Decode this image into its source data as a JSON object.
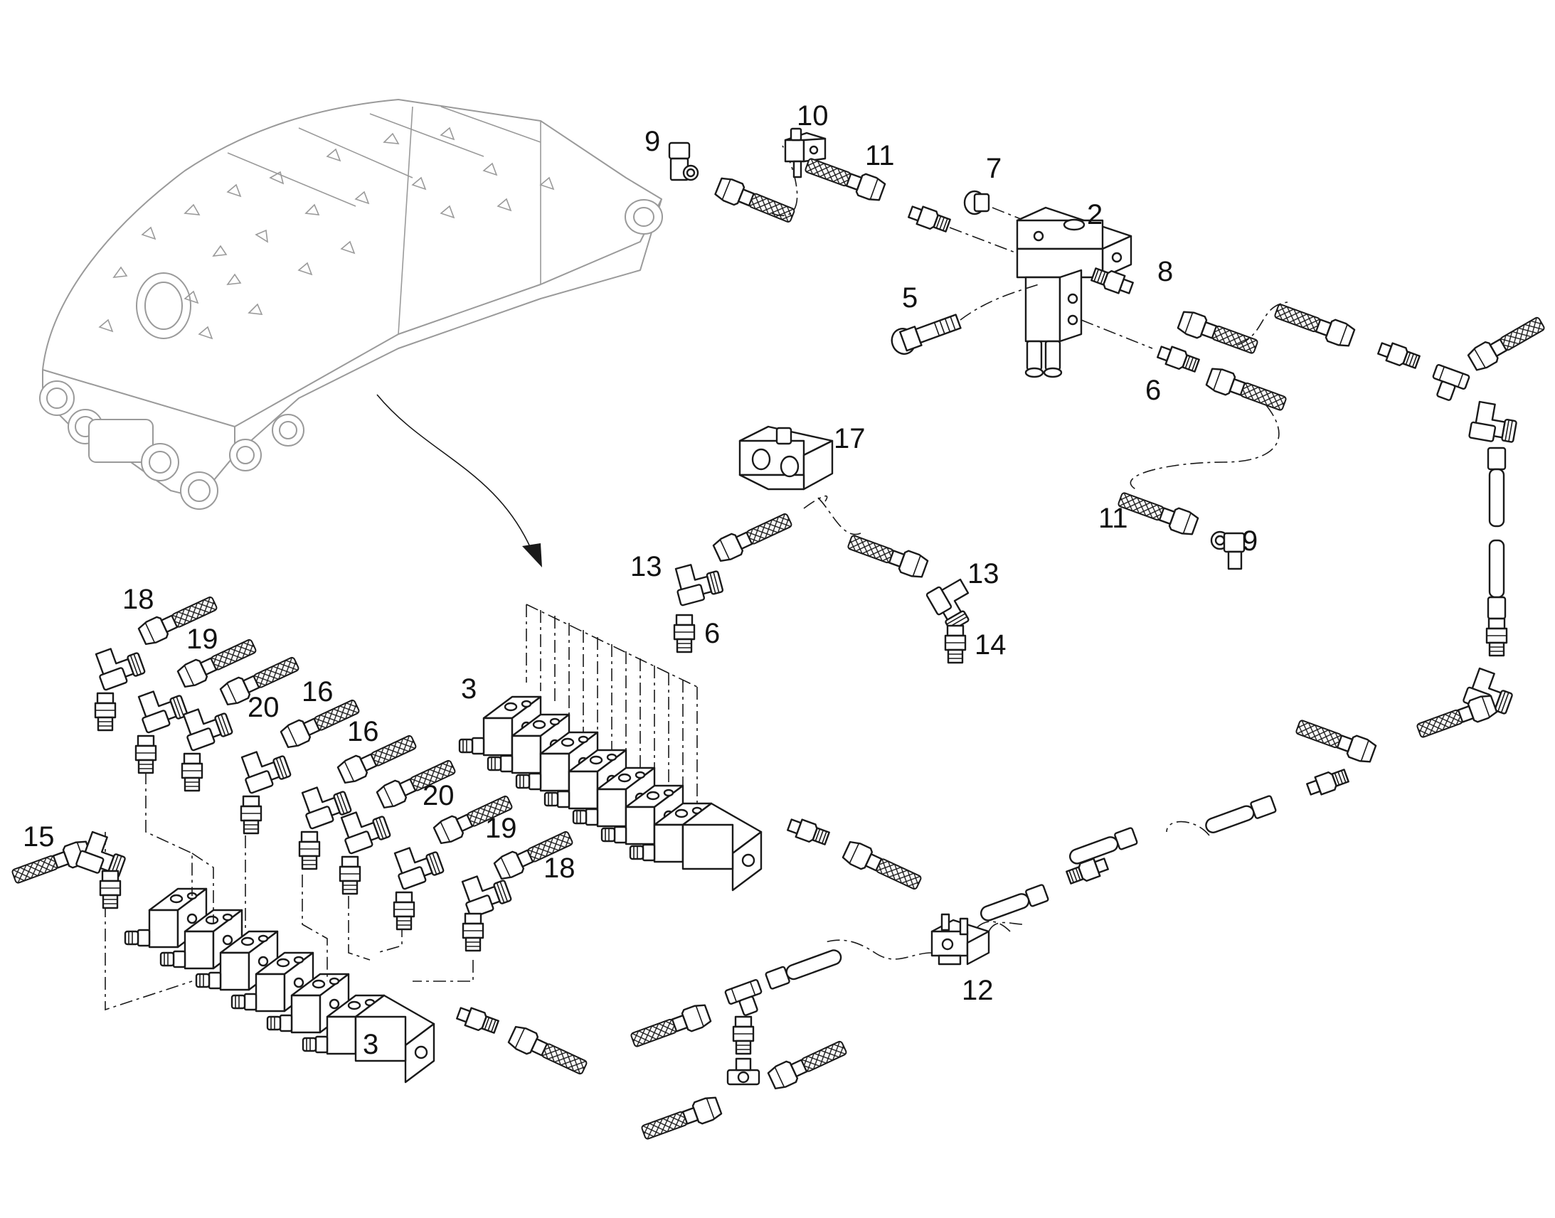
{
  "diagram": {
    "callouts": [
      {
        "id": "c10",
        "text": "10"
      },
      {
        "id": "c9a",
        "text": "9"
      },
      {
        "id": "c11a",
        "text": "11"
      },
      {
        "id": "c7",
        "text": "7"
      },
      {
        "id": "c2",
        "text": "2"
      },
      {
        "id": "c8",
        "text": "8"
      },
      {
        "id": "c5",
        "text": "5"
      },
      {
        "id": "c6a",
        "text": "6"
      },
      {
        "id": "c17",
        "text": "17"
      },
      {
        "id": "c11b",
        "text": "11"
      },
      {
        "id": "c9b",
        "text": "9"
      },
      {
        "id": "c13a",
        "text": "13"
      },
      {
        "id": "c13b",
        "text": "13"
      },
      {
        "id": "c6b",
        "text": "6"
      },
      {
        "id": "c14",
        "text": "14"
      },
      {
        "id": "c18a",
        "text": "18"
      },
      {
        "id": "c19a",
        "text": "19"
      },
      {
        "id": "c20a",
        "text": "20"
      },
      {
        "id": "c16a",
        "text": "16"
      },
      {
        "id": "c16b",
        "text": "16"
      },
      {
        "id": "c3a",
        "text": "3"
      },
      {
        "id": "c20b",
        "text": "20"
      },
      {
        "id": "c19b",
        "text": "19"
      },
      {
        "id": "c15",
        "text": "15"
      },
      {
        "id": "c18b",
        "text": "18"
      },
      {
        "id": "c3b",
        "text": "3"
      },
      {
        "id": "c12",
        "text": "12"
      }
    ],
    "icons": [
      "boom-assembly-icon",
      "distributor-block-icon",
      "hose-icon",
      "elbow-fitting-icon",
      "nipple-icon",
      "tee-fitting-icon",
      "clamp-icon"
    ]
  }
}
